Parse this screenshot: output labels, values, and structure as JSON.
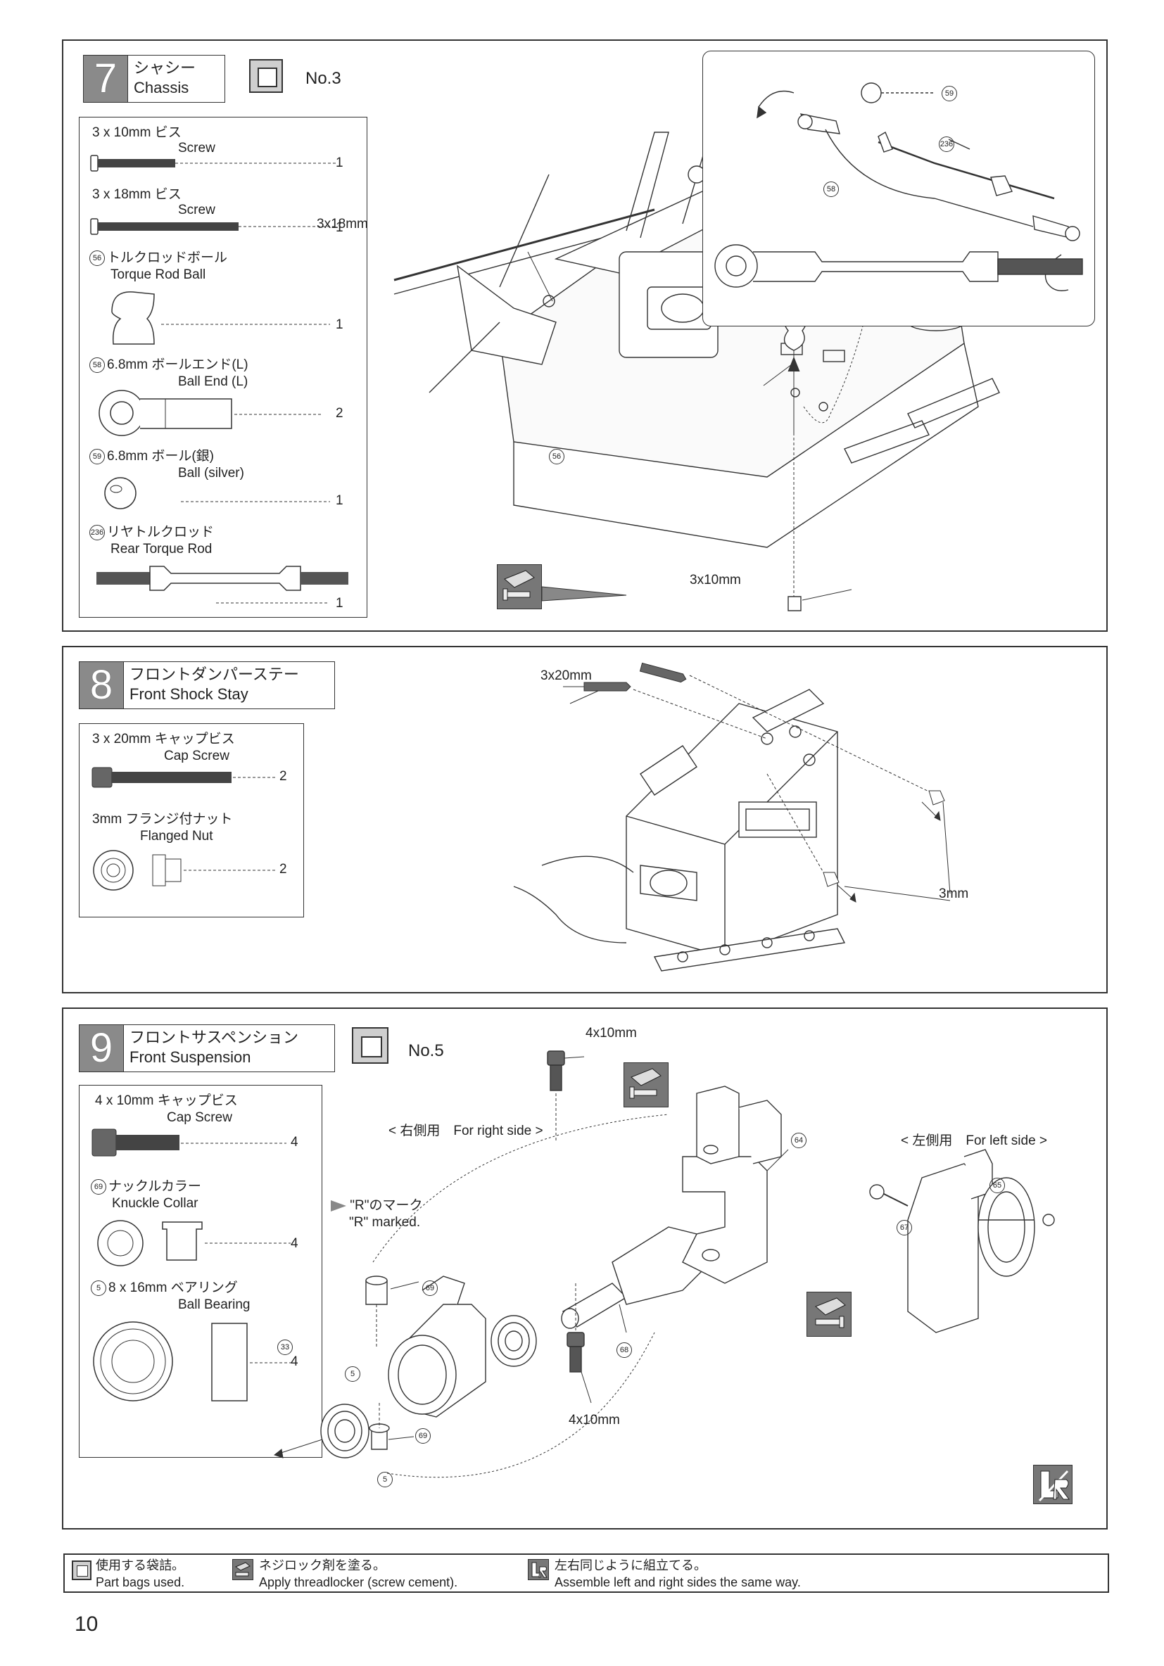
{
  "step7": {
    "number": "7",
    "title_jp": "シャシー",
    "title_en": "Chassis",
    "bag_label": "No.3",
    "parts": [
      {
        "jp": "3 x 10mm ビス",
        "en": "Screw",
        "qty": "1"
      },
      {
        "jp": "3 x 18mm ビス",
        "en": "Screw",
        "qty": "1"
      },
      {
        "num": "56",
        "jp": "トルクロッドボール",
        "en": "Torque Rod Ball",
        "qty": "1"
      },
      {
        "num": "58",
        "jp": "6.8mm ボールエンド(L)",
        "en": "Ball End (L)",
        "qty": "2"
      },
      {
        "num": "59",
        "jp": "6.8mm ボール(銀)",
        "en": "Ball (silver)",
        "qty": "1"
      },
      {
        "num": "236",
        "jp": "リヤトルクロッド",
        "en": "Rear Torque Rod",
        "qty": "1"
      }
    ],
    "labels": {
      "screw18": "3x18mm",
      "screw10": "3x10mm",
      "p56": "56",
      "p58": "58",
      "p59": "59",
      "p236": "236"
    }
  },
  "step8": {
    "number": "8",
    "title_jp": "フロントダンパーステー",
    "title_en": "Front Shock Stay",
    "parts": [
      {
        "jp": "3 x 20mm キャップビス",
        "en": "Cap Screw",
        "qty": "2"
      },
      {
        "jp": "3mm フランジ付ナット",
        "en": "Flanged Nut",
        "qty": "2"
      }
    ],
    "labels": {
      "screw20": "3x20mm",
      "nut3": "3mm"
    }
  },
  "step9": {
    "number": "9",
    "title_jp": "フロントサスペンション",
    "title_en": "Front Suspension",
    "bag_label": "No.5",
    "parts": [
      {
        "jp": "4 x 10mm キャップビス",
        "en": "Cap Screw",
        "qty": "4"
      },
      {
        "num": "69",
        "jp": "ナックルカラー",
        "en": "Knuckle Collar",
        "qty": "4"
      },
      {
        "num": "5",
        "jp": "8 x 16mm ベアリング",
        "en": "Ball Bearing",
        "qty": "4"
      }
    ],
    "labels": {
      "right_side": "< 右側用　For right side >",
      "left_side": "< 左側用　For left side >",
      "r_mark_jp": "\"R\"のマーク",
      "r_mark_en": "\"R\" marked.",
      "screw10a": "4x10mm",
      "screw10b": "4x10mm",
      "p33": "33",
      "p5a": "5",
      "p5b": "5",
      "p64": "64",
      "p65": "65",
      "p67": "67",
      "p68": "68",
      "p69a": "69",
      "p69b": "69"
    }
  },
  "legend": {
    "bag_jp": "使用する袋詰。",
    "bag_en": "Part bags used.",
    "lock_jp": "ネジロック剤を塗る。",
    "lock_en": "Apply threadlocker (screw cement).",
    "lr_jp": "左右同じように組立てる。",
    "lr_en": "Assemble left and right sides the same way."
  },
  "page_number": "10"
}
